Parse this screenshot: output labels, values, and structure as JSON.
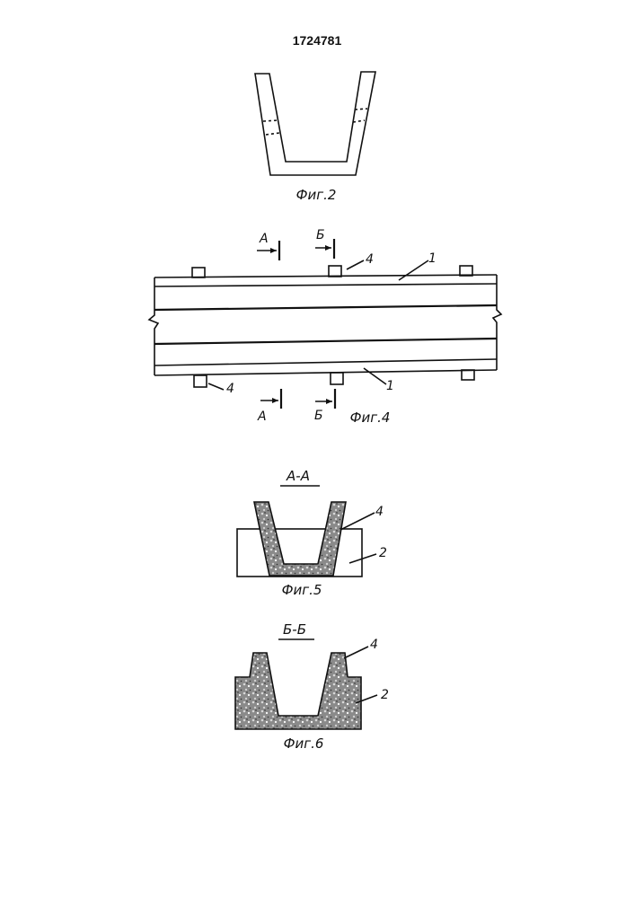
{
  "header": {
    "patent_number": "1724781"
  },
  "figures": {
    "fig2": {
      "caption": "Фиг.2"
    },
    "fig4": {
      "caption": "Фиг.4",
      "section_a": "А",
      "section_b": "Б",
      "ref_rail": "1",
      "ref_insert": "4"
    },
    "fig5": {
      "title": "А-А",
      "caption": "Фиг.5",
      "ref_insert": "4",
      "ref_block": "2"
    },
    "fig6": {
      "title": "Б-Б",
      "caption": "Фиг.6",
      "ref_insert": "4",
      "ref_block": "2"
    }
  },
  "colors": {
    "ink": "#111111",
    "paper": "#ffffff"
  }
}
